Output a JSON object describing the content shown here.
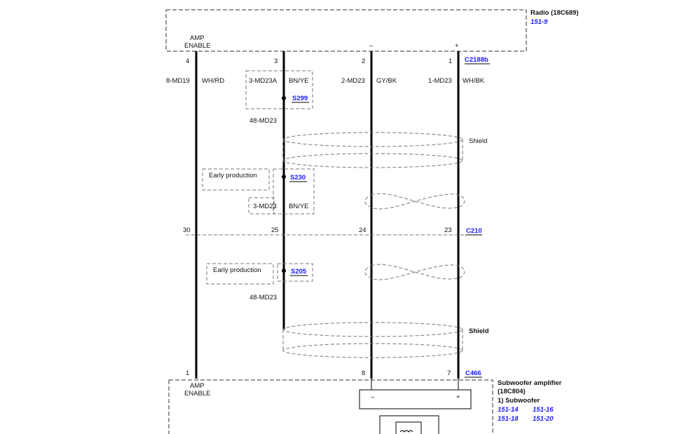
{
  "radio": {
    "title": "Radio (18C689)",
    "ref": "151-9",
    "connector": "C2188b",
    "amp_enable": [
      "AMP",
      "ENABLE"
    ]
  },
  "pins_top": [
    "4",
    "3",
    "2",
    "1"
  ],
  "pins_top_polarity": {
    "minus": "–",
    "plus": "+"
  },
  "circuits_top": [
    {
      "circuit": "8-MD19",
      "color": "WH/RD"
    },
    {
      "circuit": "3-MD23A",
      "color": "BN/YE"
    },
    {
      "circuit": "2-MD23",
      "color": "GY/BK"
    },
    {
      "circuit": "1-MD23",
      "color": "WH/BK"
    }
  ],
  "splices": {
    "s299": "S299",
    "s230": "S230",
    "s205": "S205"
  },
  "labels": {
    "md48_upper": "48-MD23",
    "md48_lower": "48-MD23",
    "shield_upper": "Shield",
    "shield_lower": "Shield",
    "early_upper": "Early production",
    "early_lower": "Early production",
    "mid_circuit": "3-MD23",
    "mid_color": "BN/YE"
  },
  "c210": {
    "name": "C210",
    "pins": [
      "30",
      "25",
      "24",
      "23"
    ]
  },
  "c466": {
    "name": "C466",
    "pins": [
      "1",
      "8",
      "7"
    ]
  },
  "amp": {
    "title": "Subwoofer amplifier",
    "part": "(18C804)",
    "item": "1)   Subwoofer",
    "refs": [
      "151-14",
      "151-16",
      "151-18",
      "151-20"
    ],
    "amp_enable": [
      "AMP",
      "ENABLE"
    ],
    "minus": "–",
    "plus": "+"
  }
}
